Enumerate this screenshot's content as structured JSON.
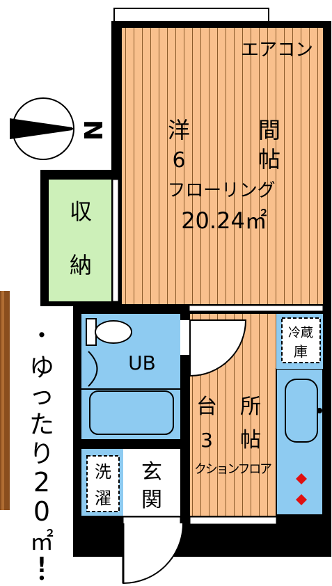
{
  "compass": {
    "north_label": "N"
  },
  "rooms": {
    "western": {
      "name_char1": "洋",
      "name_char2": "間",
      "size": "6",
      "size_unit": "帖",
      "floor": "フローリング",
      "area": "20.24㎡"
    },
    "storage": {
      "char1": "収",
      "char2": "納"
    },
    "aircon": {
      "label": "エアコン"
    },
    "bath": {
      "label": "UB"
    },
    "kitchen": {
      "name_char1": "台",
      "name_char2": "所",
      "size": "3",
      "size_unit": "帖",
      "floor": "クションフロア"
    },
    "fridge": {
      "char1": "冷蔵",
      "char2": "庫"
    },
    "laundry": {
      "char1": "洗",
      "char2": "濯"
    },
    "entrance": {
      "char1": "玄",
      "char2": "関"
    }
  },
  "tagline": {
    "chars": [
      "・",
      "ゆ",
      "っ",
      "た",
      "り",
      "2",
      "0",
      "㎡",
      "!",
      "・"
    ]
  },
  "colors": {
    "wood": "#f9c08d",
    "storage": "#cdf0b9",
    "tile": "#8ecbf1",
    "wall": "#000000"
  }
}
